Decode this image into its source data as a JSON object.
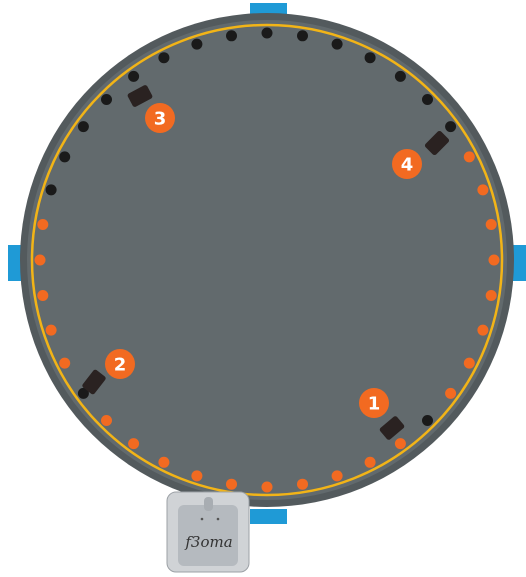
{
  "colors": {
    "background": "#ffffff",
    "tabs": "#1f9ad6",
    "outer_ring": "#535a5d",
    "inner_disc": "#626a6d",
    "gold_line": "#f2b417",
    "lit_led": "#f26a21",
    "dark_led": "#1a1a1a",
    "sensor": "#2a2221",
    "badge": "#f26a21",
    "device_body": "#d0d3d6",
    "device_face": "#b5babf"
  },
  "device": {
    "logo_text": "f3oma"
  },
  "markers": [
    {
      "number": "1",
      "label": "1"
    },
    {
      "number": "2",
      "label": "2"
    },
    {
      "number": "3",
      "label": "3"
    },
    {
      "number": "4",
      "label": "4"
    }
  ]
}
